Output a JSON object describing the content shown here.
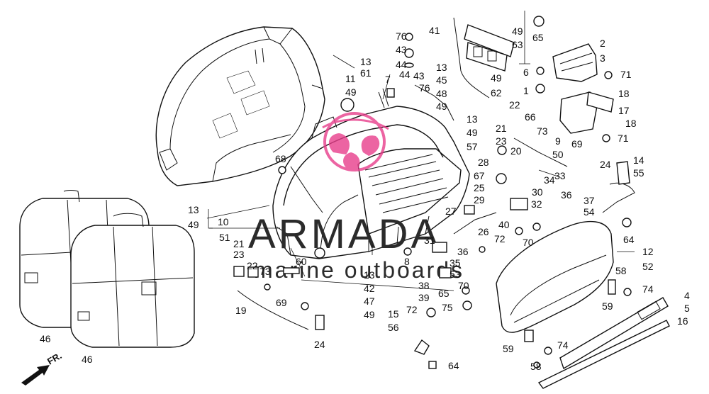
{
  "watermark": {
    "title": "ARMADA",
    "subtitle": "marine outboards",
    "logo_color": "#e83e8c"
  },
  "direction_label": "FR.",
  "callouts": [
    {
      "id": "c41",
      "text": "41"
    },
    {
      "id": "c76a",
      "text": "76"
    },
    {
      "id": "c43a",
      "text": "43"
    },
    {
      "id": "c44a",
      "text": "44"
    },
    {
      "id": "c49a",
      "text": "49"
    },
    {
      "id": "c63",
      "text": "63"
    },
    {
      "id": "c65a",
      "text": "65"
    },
    {
      "id": "c2",
      "text": "2"
    },
    {
      "id": "c3",
      "text": "3"
    },
    {
      "id": "c13a",
      "text": "13"
    },
    {
      "id": "c61",
      "text": "61"
    },
    {
      "id": "c11",
      "text": "11"
    },
    {
      "id": "c49b",
      "text": "49"
    },
    {
      "id": "c7",
      "text": "7"
    },
    {
      "id": "c44b",
      "text": "44"
    },
    {
      "id": "c43b",
      "text": "43"
    },
    {
      "id": "c76b",
      "text": "76"
    },
    {
      "id": "c13b",
      "text": "13"
    },
    {
      "id": "c45",
      "text": "45"
    },
    {
      "id": "c48",
      "text": "48"
    },
    {
      "id": "c49c",
      "text": "49"
    },
    {
      "id": "c49d",
      "text": "49"
    },
    {
      "id": "c62",
      "text": "62"
    },
    {
      "id": "c6",
      "text": "6"
    },
    {
      "id": "c71a",
      "text": "71"
    },
    {
      "id": "c1",
      "text": "1"
    },
    {
      "id": "c18a",
      "text": "18"
    },
    {
      "id": "c22a",
      "text": "22"
    },
    {
      "id": "c66",
      "text": "66"
    },
    {
      "id": "c17",
      "text": "17"
    },
    {
      "id": "c18b",
      "text": "18"
    },
    {
      "id": "c13c",
      "text": "13"
    },
    {
      "id": "c49e",
      "text": "49"
    },
    {
      "id": "c21a",
      "text": "21"
    },
    {
      "id": "c73a",
      "text": "73"
    },
    {
      "id": "c9",
      "text": "9"
    },
    {
      "id": "c71b",
      "text": "71"
    },
    {
      "id": "c23a",
      "text": "23"
    },
    {
      "id": "c57",
      "text": "57"
    },
    {
      "id": "c20",
      "text": "20"
    },
    {
      "id": "c69a",
      "text": "69"
    },
    {
      "id": "c50",
      "text": "50"
    },
    {
      "id": "c28",
      "text": "28"
    },
    {
      "id": "c24a",
      "text": "24"
    },
    {
      "id": "c14",
      "text": "14"
    },
    {
      "id": "c55",
      "text": "55"
    },
    {
      "id": "c68",
      "text": "68"
    },
    {
      "id": "c67",
      "text": "67"
    },
    {
      "id": "c34",
      "text": "34"
    },
    {
      "id": "c33",
      "text": "33"
    },
    {
      "id": "c25",
      "text": "25"
    },
    {
      "id": "c30",
      "text": "30"
    },
    {
      "id": "c29",
      "text": "29"
    },
    {
      "id": "c36a",
      "text": "36"
    },
    {
      "id": "c32",
      "text": "32"
    },
    {
      "id": "c37",
      "text": "37"
    },
    {
      "id": "c27",
      "text": "27"
    },
    {
      "id": "c54",
      "text": "54"
    },
    {
      "id": "c13d",
      "text": "13"
    },
    {
      "id": "c49f",
      "text": "49"
    },
    {
      "id": "c10",
      "text": "10"
    },
    {
      "id": "c40",
      "text": "40"
    },
    {
      "id": "c26",
      "text": "26"
    },
    {
      "id": "c51",
      "text": "51"
    },
    {
      "id": "c72a",
      "text": "72"
    },
    {
      "id": "c70a",
      "text": "70"
    },
    {
      "id": "c64a",
      "text": "64"
    },
    {
      "id": "c21b",
      "text": "21"
    },
    {
      "id": "c31",
      "text": "31"
    },
    {
      "id": "c12",
      "text": "12"
    },
    {
      "id": "c52",
      "text": "52"
    },
    {
      "id": "c23b",
      "text": "23"
    },
    {
      "id": "c36b",
      "text": "36"
    },
    {
      "id": "c60",
      "text": "60"
    },
    {
      "id": "c22b",
      "text": "22"
    },
    {
      "id": "c73b",
      "text": "73"
    },
    {
      "id": "c8",
      "text": "8"
    },
    {
      "id": "c35",
      "text": "35"
    },
    {
      "id": "c53",
      "text": "53"
    },
    {
      "id": "c13e",
      "text": "13"
    },
    {
      "id": "c42",
      "text": "42"
    },
    {
      "id": "c47",
      "text": "47"
    },
    {
      "id": "c49g",
      "text": "49"
    },
    {
      "id": "c38",
      "text": "38"
    },
    {
      "id": "c70b",
      "text": "70"
    },
    {
      "id": "c39",
      "text": "39"
    },
    {
      "id": "c65b",
      "text": "65"
    },
    {
      "id": "c75",
      "text": "75"
    },
    {
      "id": "c58a",
      "text": "58"
    },
    {
      "id": "c74a",
      "text": "74"
    },
    {
      "id": "c4",
      "text": "4"
    },
    {
      "id": "c5",
      "text": "5"
    },
    {
      "id": "c59a",
      "text": "59"
    },
    {
      "id": "c19",
      "text": "19"
    },
    {
      "id": "c69b",
      "text": "69"
    },
    {
      "id": "c15",
      "text": "15"
    },
    {
      "id": "c72b",
      "text": "72"
    },
    {
      "id": "c56",
      "text": "56"
    },
    {
      "id": "c16",
      "text": "16"
    },
    {
      "id": "c24b",
      "text": "24"
    },
    {
      "id": "c46a",
      "text": "46"
    },
    {
      "id": "c46b",
      "text": "46"
    },
    {
      "id": "c59b",
      "text": "59"
    },
    {
      "id": "c74b",
      "text": "74"
    },
    {
      "id": "c58b",
      "text": "58"
    },
    {
      "id": "c64b",
      "text": "64"
    }
  ]
}
